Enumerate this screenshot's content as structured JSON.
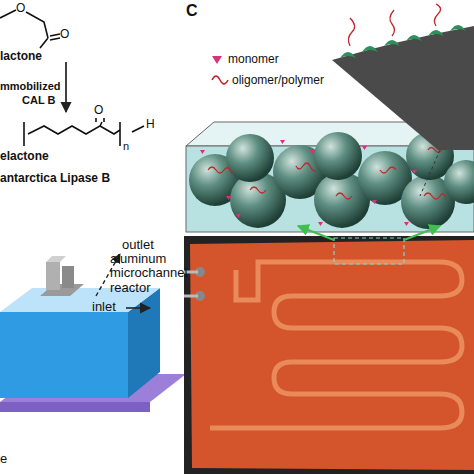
{
  "diagram": {
    "labels": [
      "O",
      "O",
      "lactone",
      "mmobilized",
      "CAL B",
      "O",
      "n",
      "H",
      "elactone",
      "antarctica Lipase B",
      "outlet",
      "aluminum microchannel reactor",
      "inlet",
      "e",
      "C"
    ],
    "legend": [
      {
        "text": "monomer"
      },
      {
        "text": "oligomer/polymer"
      }
    ]
  }
}
